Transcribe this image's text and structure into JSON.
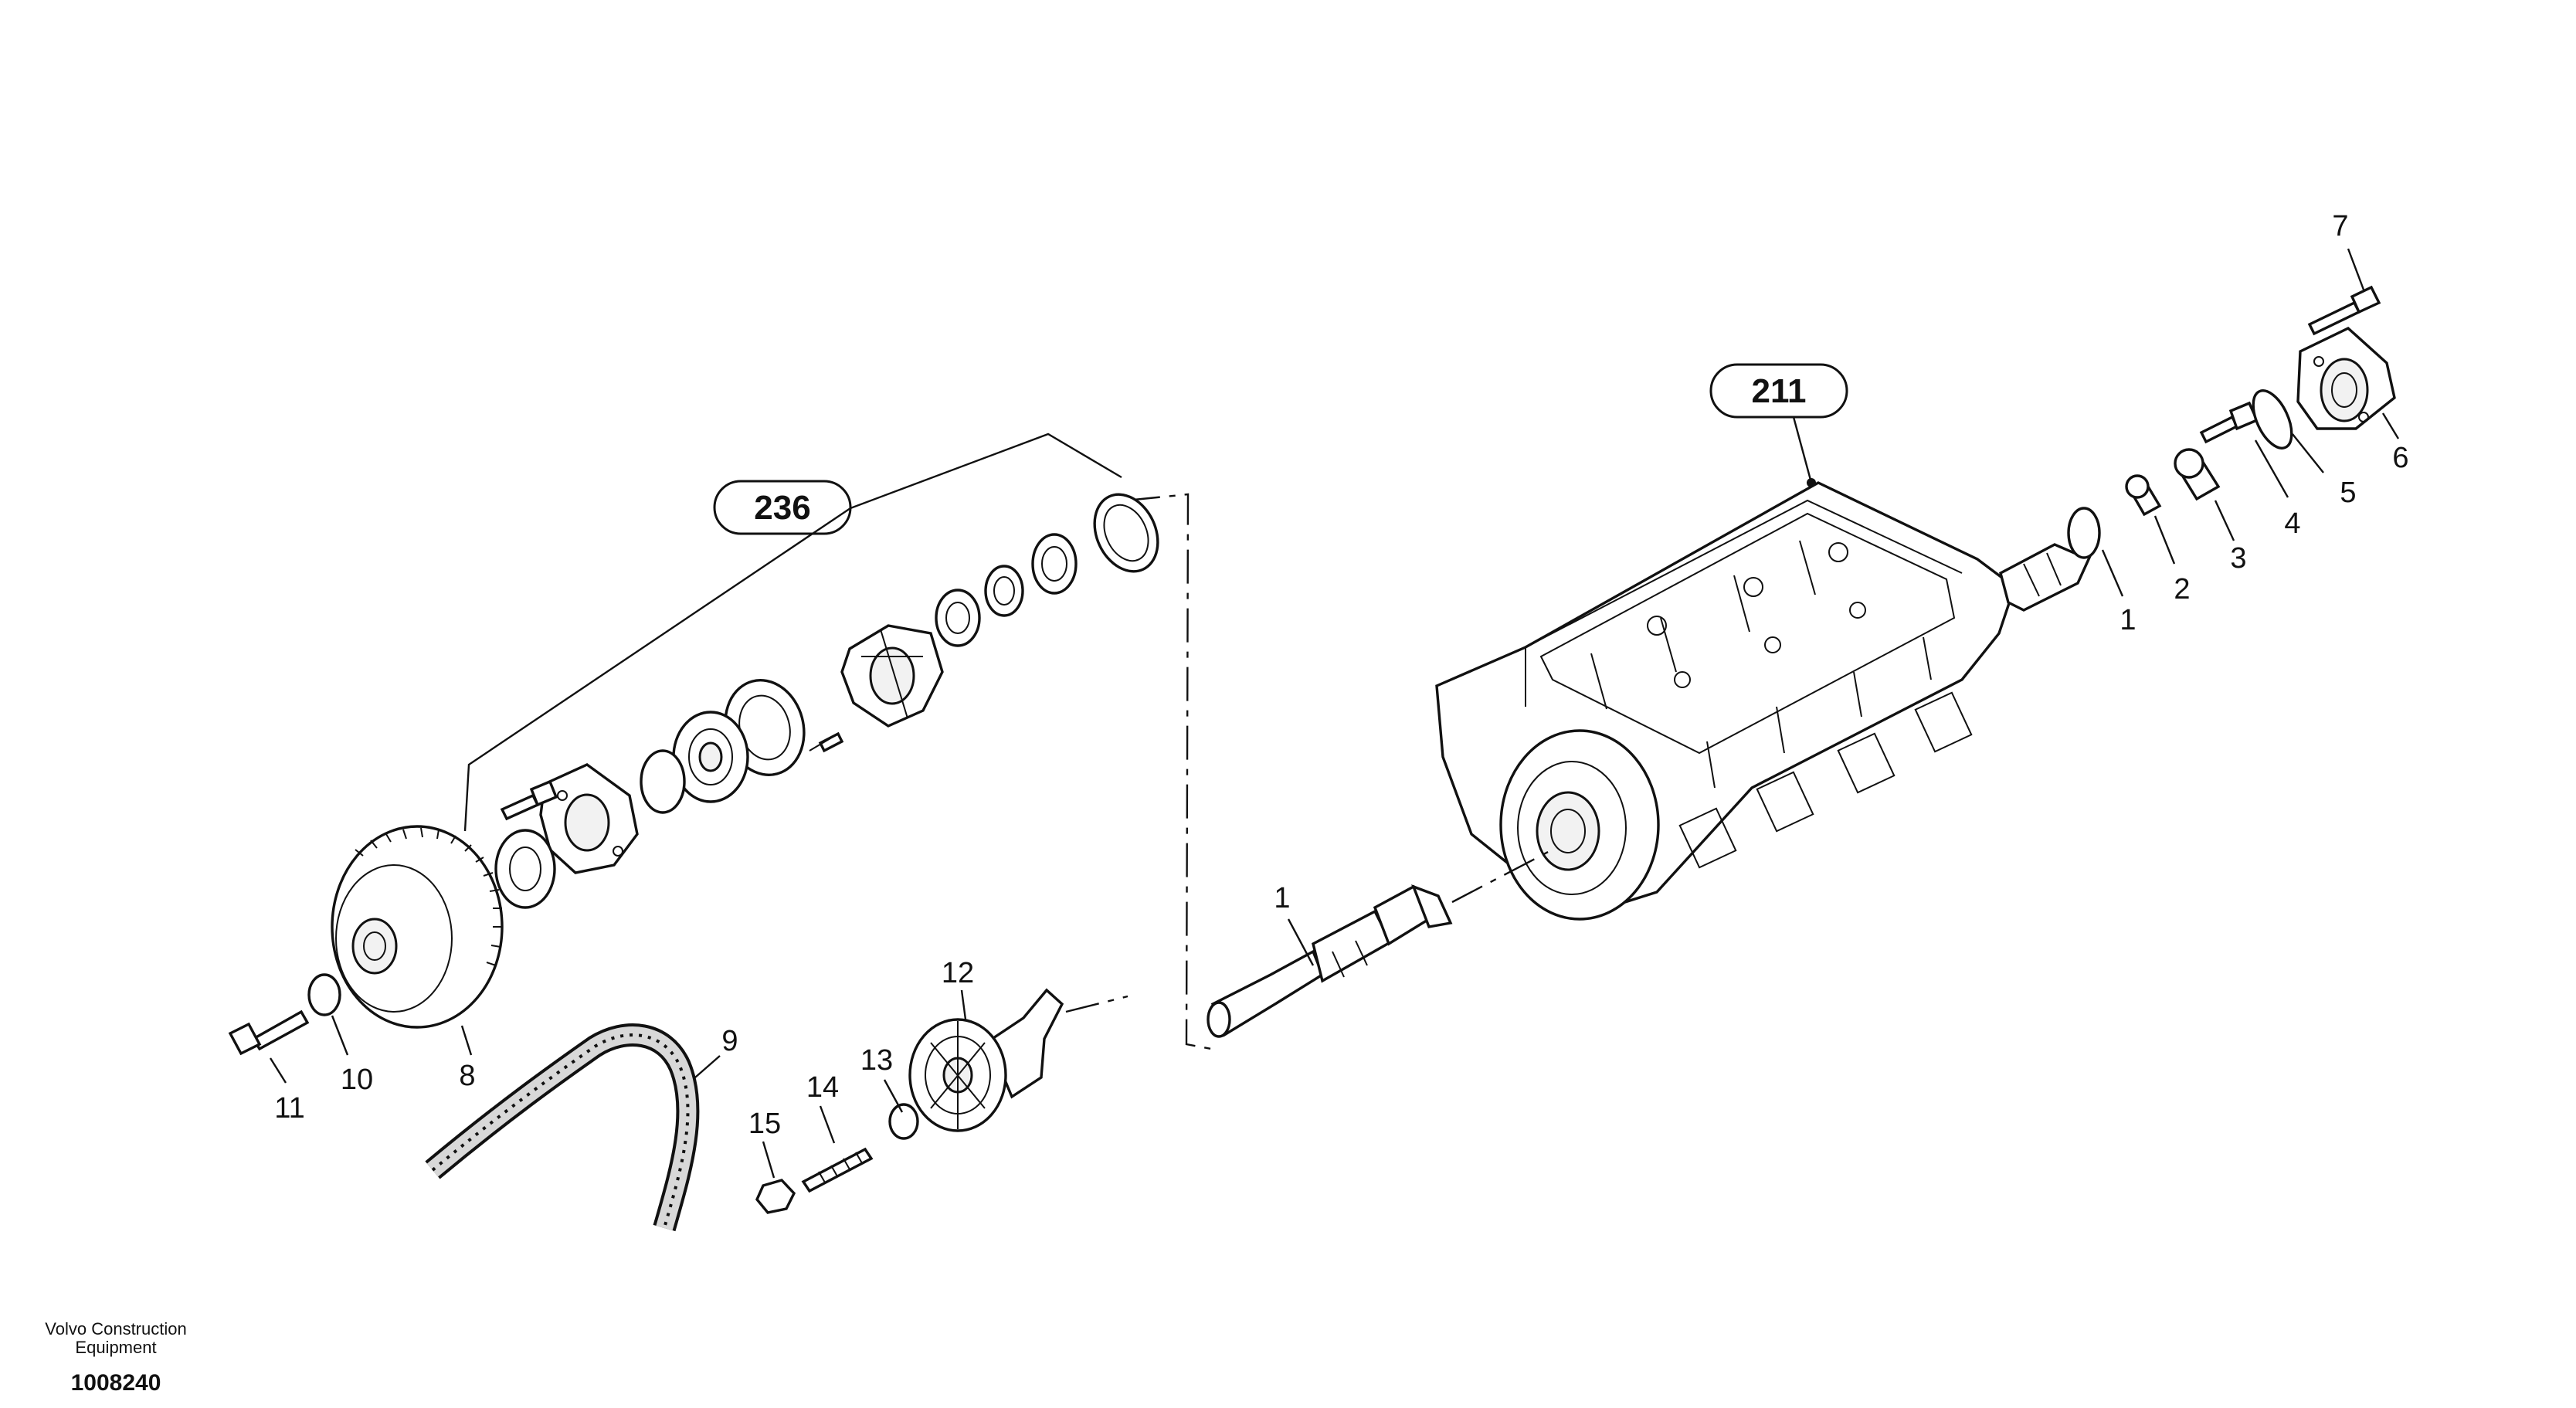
{
  "callouts": {
    "c1a": "1",
    "c1b": "1",
    "c2": "2",
    "c3": "3",
    "c4": "4",
    "c5": "5",
    "c6": "6",
    "c7": "7",
    "c8": "8",
    "c9": "9",
    "c10": "10",
    "c11": "11",
    "c12": "12",
    "c13": "13",
    "c14": "14",
    "c15": "15"
  },
  "references": {
    "r211": "211",
    "r236": "236"
  },
  "footer": {
    "brand_line1": "Volvo Construction",
    "brand_line2": "Equipment",
    "drawing_number": "1008240"
  }
}
